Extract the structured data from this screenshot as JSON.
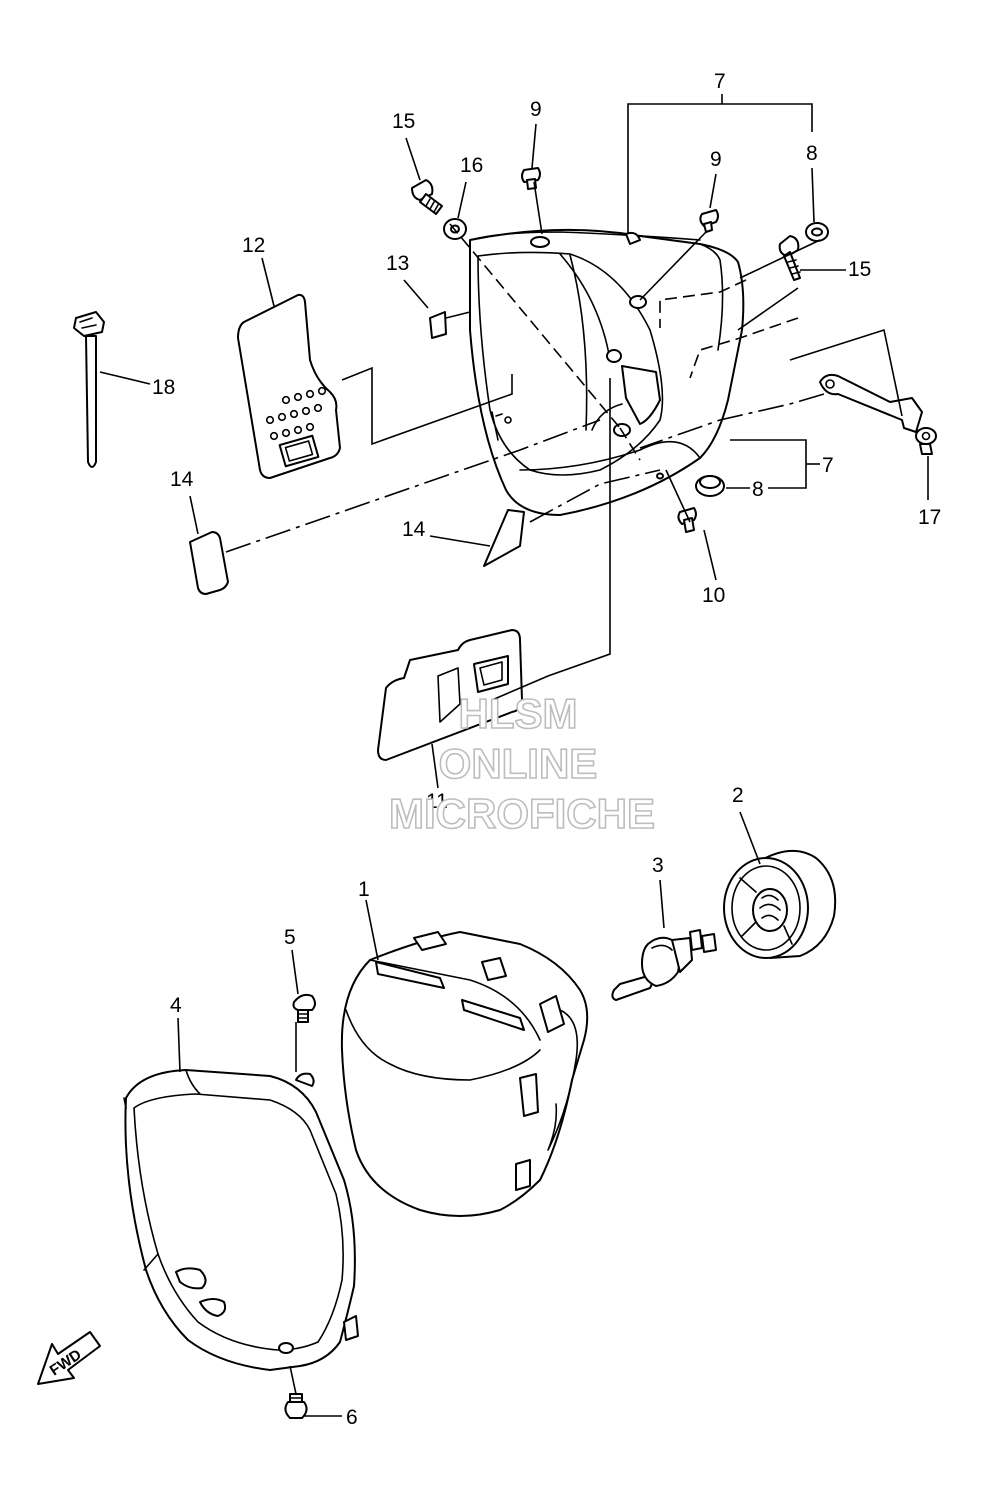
{
  "callouts": {
    "p1": "1",
    "p2": "2",
    "p3": "3",
    "p4": "4",
    "p5": "5",
    "p6": "6",
    "p7a": "7",
    "p7b": "7",
    "p8a": "8",
    "p8b": "8",
    "p9a": "9",
    "p9b": "9",
    "p10": "10",
    "p11": "11",
    "p12": "12",
    "p13": "13",
    "p14a": "14",
    "p14b": "14",
    "p15a": "15",
    "p15b": "15",
    "p16": "16",
    "p17": "17",
    "p18": "18"
  },
  "watermark": {
    "line1": "HLSM",
    "line2": "ONLINE",
    "line3": "MICROFICHE"
  },
  "fwd_badge": "FWD",
  "colors": {
    "ink": "#000000",
    "watermark_outline": "#bdbdbd"
  }
}
